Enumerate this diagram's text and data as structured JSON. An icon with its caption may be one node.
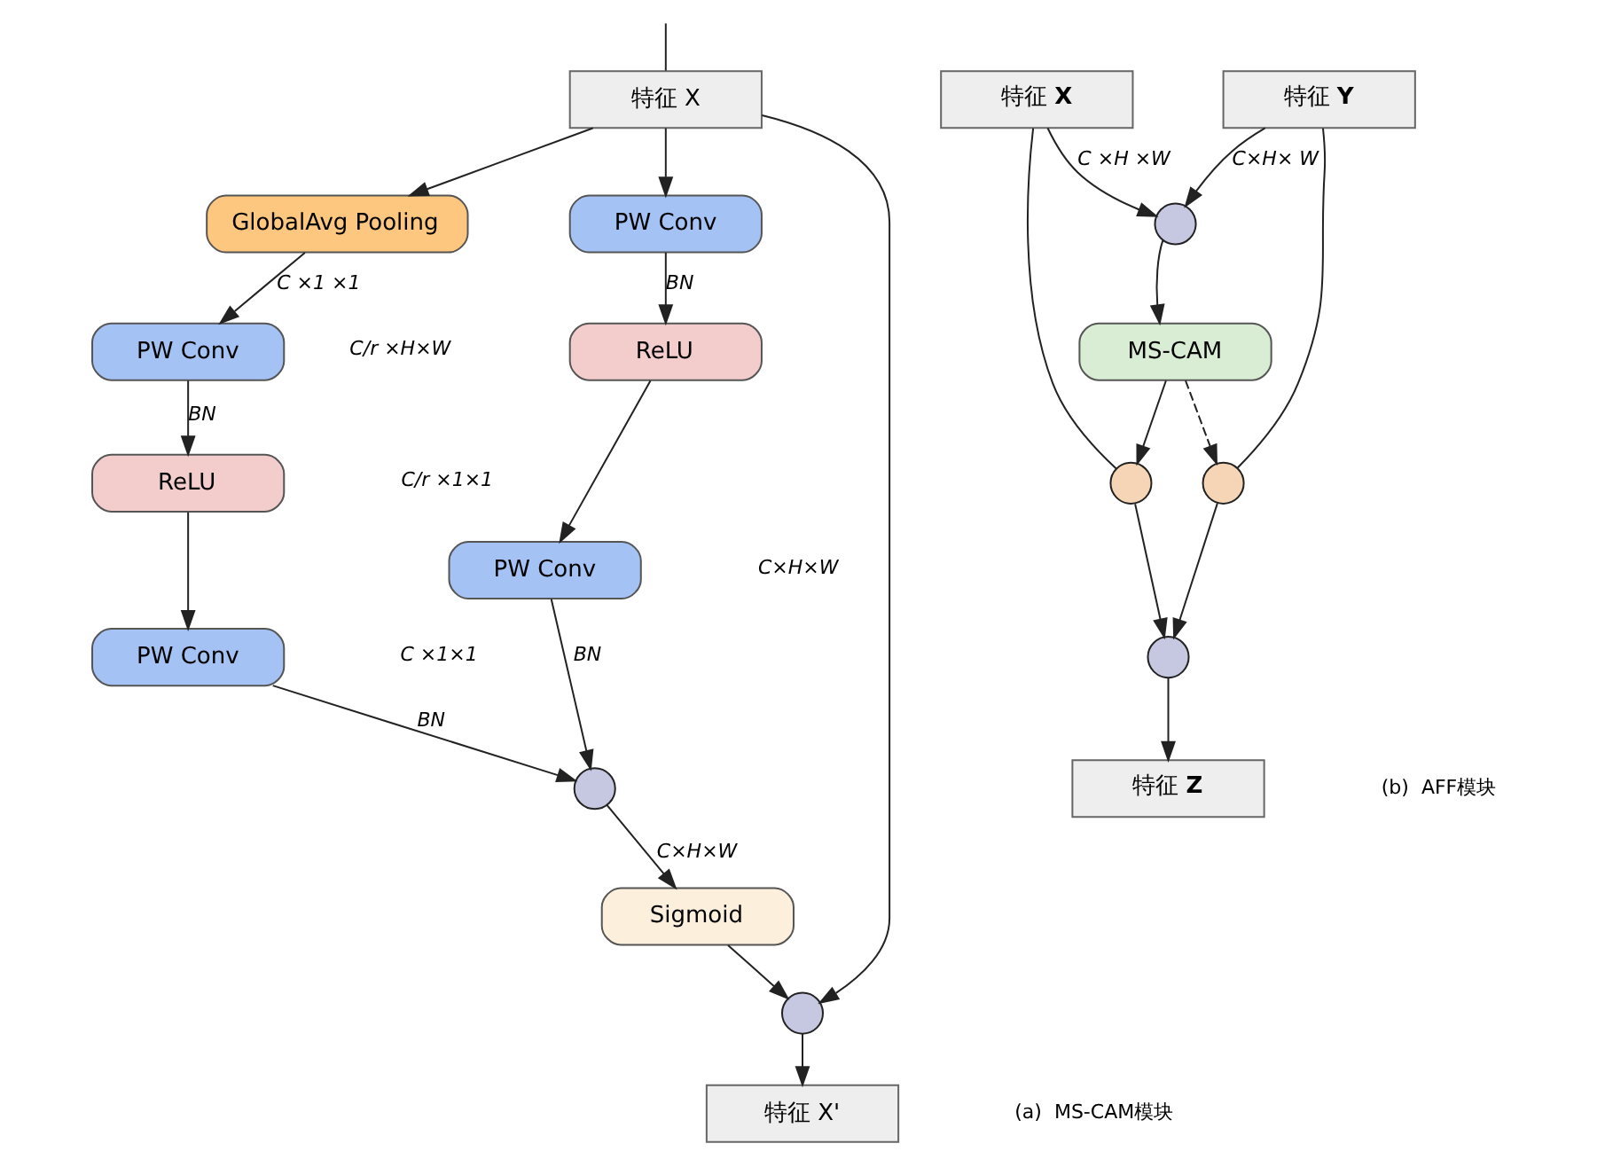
{
  "diagram": {
    "nodes": [
      {
        "text": [
          "特征 X"
        ]
      },
      {
        "text": [
          "GlobalAvg Pooling"
        ]
      },
      {
        "text": [
          "PW Conv"
        ]
      },
      {
        "text": [
          "ReLU"
        ]
      },
      {
        "text": [
          "PW Conv"
        ]
      },
      {
        "text": [
          "PW Conv"
        ]
      },
      {
        "text": [
          "ReLU"
        ]
      },
      {
        "text": [
          "PW Conv"
        ]
      },
      {
        "text": [],
        "shape": "circle"
      },
      {
        "text": [
          "Sigmoid"
        ]
      },
      {
        "text": [],
        "shape": "circle"
      },
      {
        "text": [
          "特征 X'"
        ]
      },
      {
        "text": [
          "特征 **X**"
        ]
      },
      {
        "text": [
          "特征 **Y**"
        ]
      },
      {
        "text": [],
        "shape": "circle"
      },
      {
        "text": [
          "MS-CAM"
        ]
      },
      {
        "text": [],
        "shape": "circle"
      },
      {
        "text": [],
        "shape": "circle"
      },
      {
        "text": [],
        "shape": "circle"
      },
      {
        "text": [
          "特征 **Z**"
        ]
      }
    ],
    "edges": [
      {
        "from": null,
        "to": 0,
        "arrow": "none"
      },
      {
        "from": 0,
        "to": 1,
        "arrow": "to"
      },
      {
        "from": 0,
        "to": 5,
        "arrow": "to"
      },
      {
        "from": 0,
        "to": 10,
        "arrow": "to"
      },
      {
        "from": 1,
        "to": 2,
        "arrow": "to",
        "label": "C ×1 ×1"
      },
      {
        "from": 2,
        "to": 3,
        "arrow": "to",
        "label": "BN"
      },
      {
        "from": 3,
        "to": 4,
        "arrow": "to"
      },
      {
        "from": 5,
        "to": 6,
        "arrow": "to",
        "label": "BN"
      },
      {
        "from": 6,
        "to": 7,
        "arrow": "to"
      },
      {
        "from": 4,
        "to": 8,
        "arrow": "to",
        "label": "BN"
      },
      {
        "from": 7,
        "to": 8,
        "arrow": "to",
        "label": "BN"
      },
      {
        "from": 8,
        "to": 9,
        "arrow": "to",
        "label": "C×H×W"
      },
      {
        "from": 9,
        "to": 10,
        "arrow": "to"
      },
      {
        "from": 10,
        "to": 11,
        "arrow": "to"
      },
      {
        "from": 12,
        "to": 14,
        "arrow": "to",
        "label": "C ×H ×W"
      },
      {
        "from": 13,
        "to": 14,
        "arrow": "to",
        "label": "C×H× W"
      },
      {
        "from": 12,
        "to": 16,
        "arrow": "none"
      },
      {
        "from": 13,
        "to": 17,
        "arrow": "none"
      },
      {
        "from": 14,
        "to": 15,
        "arrow": "to"
      },
      {
        "from": 15,
        "to": 16,
        "arrow": "to"
      },
      {
        "from": 15,
        "to": 17,
        "arrow": "to",
        "style": "dashed"
      },
      {
        "from": 16,
        "to": 18,
        "arrow": "to"
      },
      {
        "from": 17,
        "to": 18,
        "arrow": "to"
      },
      {
        "from": 18,
        "to": 19,
        "arrow": "to"
      }
    ],
    "labels": [
      "C/r ×1×1",
      "C/r ×H×W",
      "C ×1×1",
      "C×H×W",
      "(b)  AFF模块",
      "(a)  MS-CAM模块"
    ]
  }
}
